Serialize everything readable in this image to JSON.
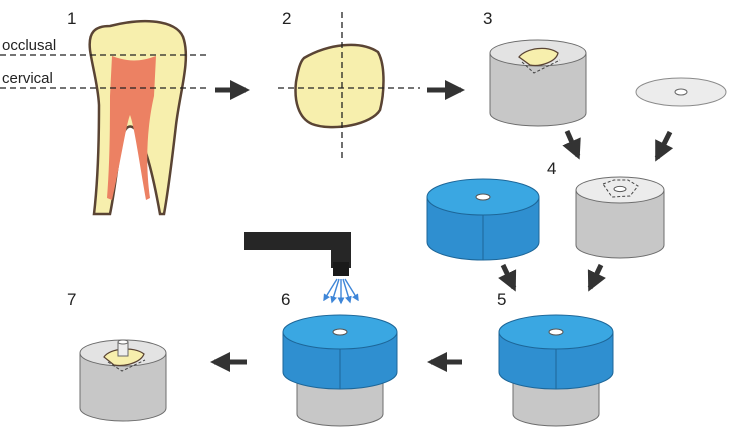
{
  "steps": [
    "1",
    "2",
    "3",
    "4",
    "5",
    "6",
    "7"
  ],
  "labels": {
    "occlusal": "occlusal",
    "cervical": "cervical"
  },
  "colors": {
    "dentin": "#f7efad",
    "pulp": "#ec8163",
    "outline": "#5a4434",
    "cylinder_side": "#c7c7c7",
    "cylinder_top": "#e3e3e3",
    "mold_side": "#2f8fd0",
    "mold_top": "#3aa7e2",
    "arrow": "#333333",
    "nozzle": "#262626",
    "spray": "#3e86d8"
  }
}
